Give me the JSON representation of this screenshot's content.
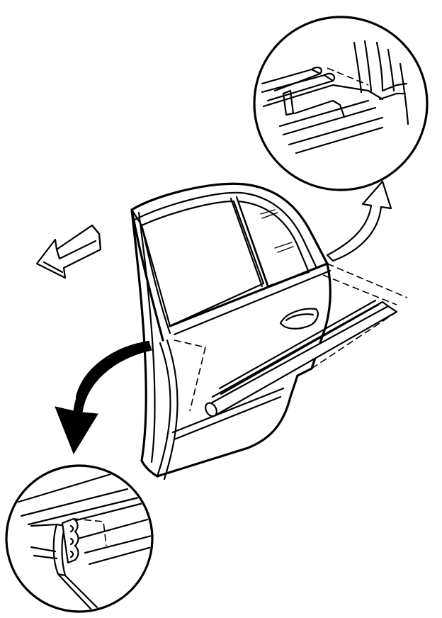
{
  "figure": {
    "background": "#ffffff",
    "ink": "#000000",
    "components": [
      "rear-door",
      "front-direction-arrow",
      "upper-detail-callout",
      "lower-detail-callout",
      "belt-weatherstrip",
      "door-handle"
    ]
  }
}
